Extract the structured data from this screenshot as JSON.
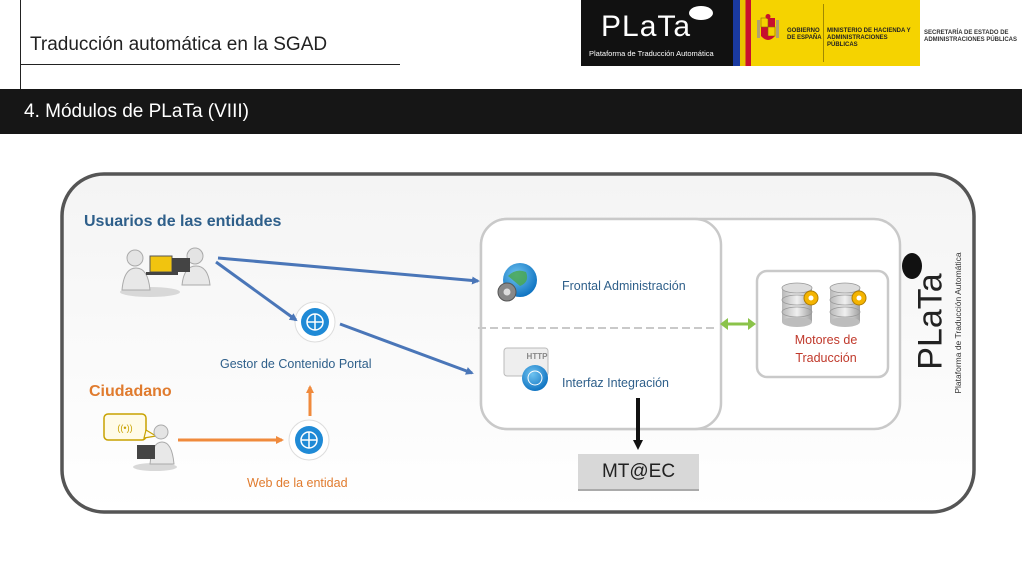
{
  "header": {
    "doc_title": "Traducción automática en la SGAD",
    "logo": {
      "word": "PLaTa",
      "subtitle": "Plataforma de Traducción Automática"
    },
    "gov": {
      "gobierno": "GOBIERNO DE ESPAÑA",
      "ministerio": "MINISTERIO DE HACIENDA Y ADMINISTRACIONES PÚBLICAS"
    },
    "secretaria": "SECRETARÍA DE ESTADO DE ADMINISTRACIONES PÚBLICAS"
  },
  "banner": {
    "title": "4. Módulos de PLaTa (VIII)"
  },
  "diagram": {
    "usuarios": "Usuarios de las entidades",
    "ciudadano": "Ciudadano",
    "gestor": "Gestor de Contenido Portal",
    "web": "Web de la entidad",
    "frontal": "Frontal Administración",
    "interfaz": "Interfaz Integración",
    "motores": "Motores de Traducción",
    "mtec": "MT@EC",
    "http_tag": "HTTP",
    "plata_word": "PLaTa",
    "plata_subtitle": "Plataforma de Traducción Automática"
  },
  "colors": {
    "blue": "#2e5f8a",
    "orange": "#e07b2e",
    "red": "#c0392b",
    "green": "#7cb342",
    "banner": "#161616",
    "gov_yellow": "#f5d300"
  }
}
